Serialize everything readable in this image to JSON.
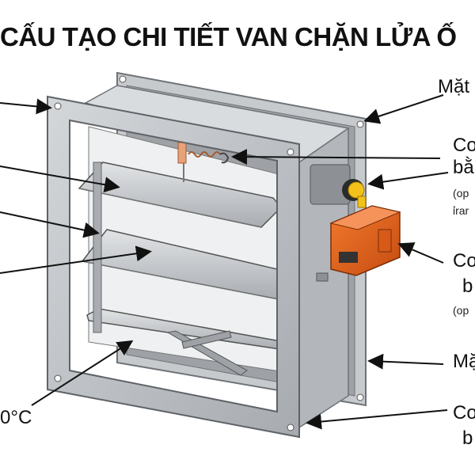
{
  "title": "CẤU TẠO CHI TIẾT VAN CHẶN LỬA Ố",
  "labels": {
    "right_1": "Mặt",
    "right_2": "Co",
    "right_2b": "bằ",
    "right_2c": "(op",
    "right_2d": "ỉrar",
    "right_3": "Co",
    "right_3b": "b",
    "right_3c": "(op",
    "right_4": "Mặ",
    "right_5": "Co",
    "right_5b": "b",
    "left_temp": "0°C"
  },
  "colors": {
    "frame": "#b8bcc0",
    "frame_dark": "#8d9196",
    "blade": "#c9ccd0",
    "actuator": "#e8621c",
    "fuse": "#f2c21b",
    "arrow": "#111111"
  }
}
